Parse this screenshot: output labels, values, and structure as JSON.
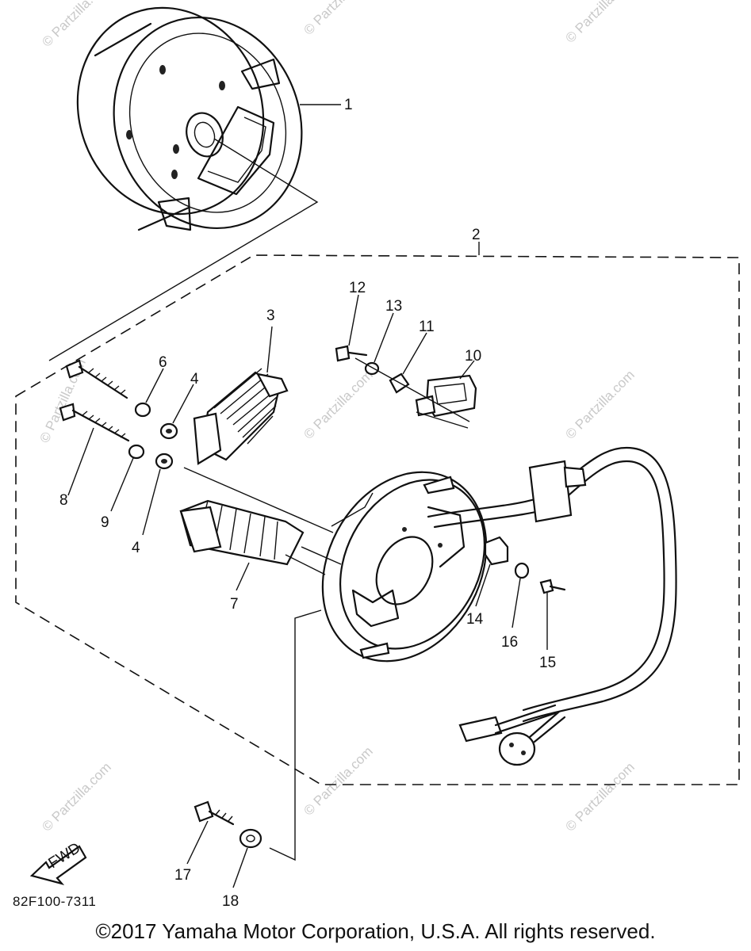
{
  "watermark": "© Partzilla.com",
  "diagram_code": "82F100-7311",
  "fwd_label": "FWD",
  "copyright": "©2017 Yamaha Motor Corporation, U.S.A. All rights reserved.",
  "callouts": [
    "1",
    "2",
    "3",
    "4",
    "4",
    "6",
    "8",
    "9",
    "7",
    "10",
    "11",
    "12",
    "13",
    "14",
    "16",
    "15",
    "17",
    "18"
  ]
}
